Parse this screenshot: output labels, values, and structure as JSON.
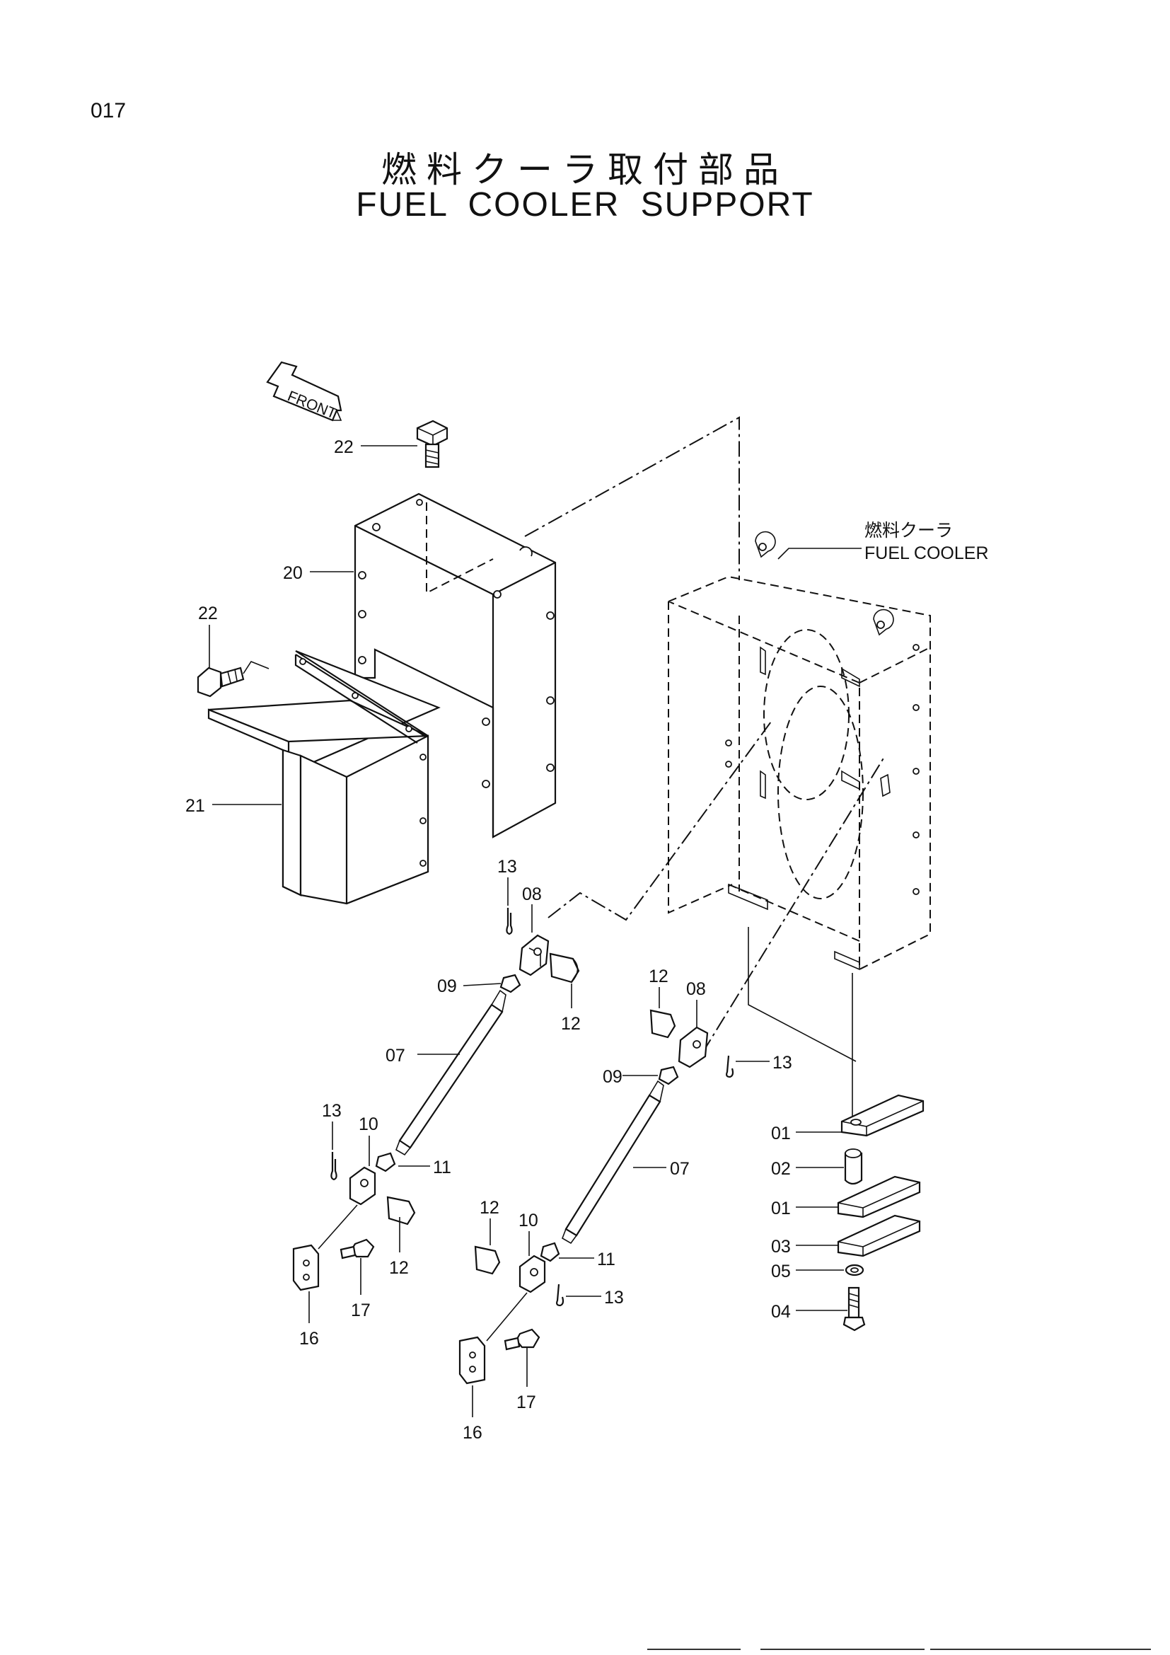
{
  "page": {
    "number": "017"
  },
  "title": {
    "japanese": "燃料クーラ取付部品",
    "english": "FUEL COOLER SUPPORT"
  },
  "front_arrow": {
    "label": "FRONT"
  },
  "fuel_cooler_label": {
    "japanese": "燃料クーラ",
    "english": "FUEL COOLER"
  },
  "callouts": {
    "c22a": "22",
    "c20": "20",
    "c22b": "22",
    "c21": "21",
    "c13a": "13",
    "c08a": "08",
    "c09a": "09",
    "c12a": "12",
    "c07a": "07",
    "c13b": "13",
    "c10a": "10",
    "c11a": "11",
    "c12b": "12",
    "c17a": "17",
    "c16a": "16",
    "c12c": "12",
    "c08b": "08",
    "c13c": "13",
    "c09b": "09",
    "c07b": "07",
    "c12d": "12",
    "c10b": "10",
    "c11b": "11",
    "c13d": "13",
    "c17b": "17",
    "c16b": "16",
    "c01a": "01",
    "c02": "02",
    "c01b": "01",
    "c03": "03",
    "c05": "05",
    "c04": "04"
  }
}
